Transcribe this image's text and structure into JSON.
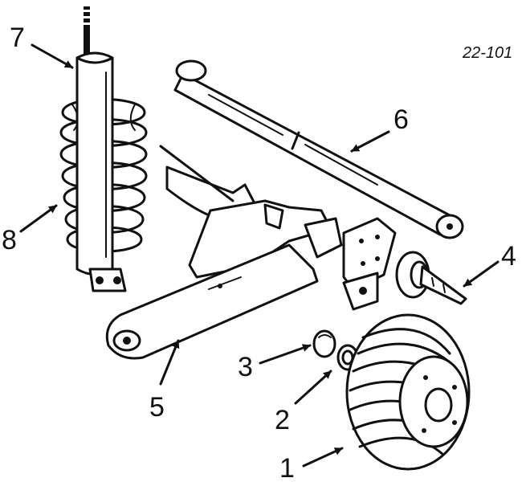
{
  "figure_code": "22-101",
  "callouts": [
    {
      "number": "1",
      "part": "brake-drum"
    },
    {
      "number": "2",
      "part": "outer-bearing"
    },
    {
      "number": "3",
      "part": "dust-cap"
    },
    {
      "number": "4",
      "part": "spindle"
    },
    {
      "number": "5",
      "part": "trailing-arm"
    },
    {
      "number": "6",
      "part": "track-bar"
    },
    {
      "number": "7",
      "part": "shock-absorber"
    },
    {
      "number": "8",
      "part": "coil-spring"
    }
  ]
}
